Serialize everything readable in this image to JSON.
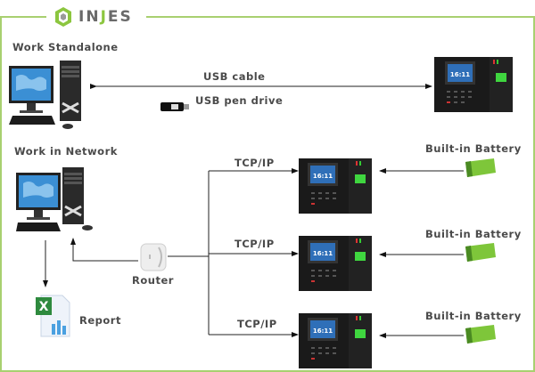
{
  "brand": {
    "name_pre": "IN",
    "name_j": "J",
    "name_post": "ES",
    "accent": "#8cc63f",
    "frame_color": "#a8d070"
  },
  "sections": {
    "standalone": "Work Standalone",
    "network": "Work in Network"
  },
  "connections": {
    "usb_cable": "USB cable",
    "usb_pen": "USB pen drive",
    "tcp1": "TCP/IP",
    "tcp2": "TCP/IP",
    "tcp3": "TCP/IP"
  },
  "devices": {
    "router": "Router",
    "report": "Report",
    "battery1": "Built-in Battery",
    "battery2": "Built-in Battery",
    "battery3": "Built-in Battery",
    "terminal_time": "16:11"
  },
  "icons": [
    "computer-icon",
    "usb-drive-icon",
    "time-attendance-terminal-icon",
    "router-icon",
    "excel-report-icon",
    "battery-icon",
    "logo-icon"
  ]
}
